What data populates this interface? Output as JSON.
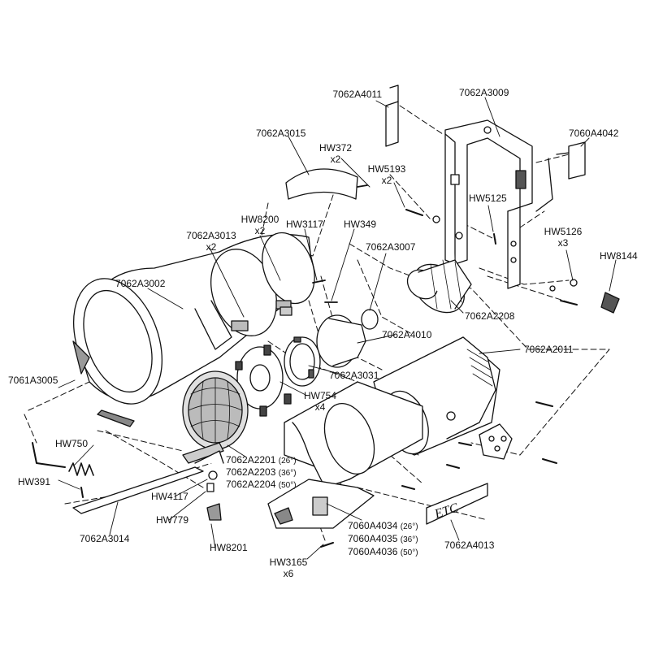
{
  "parts": {
    "p7062A4011": "7062A4011",
    "p7062A3009": "7062A3009",
    "p7060A4042": "7060A4042",
    "p7062A3015": "7062A3015",
    "hw372": "HW372",
    "hw372_qty": "x2",
    "hw5193": "HW5193",
    "hw5193_qty": "x2",
    "hw5125": "HW5125",
    "hw8200": "HW8200",
    "hw8200_qty": "x2",
    "hw3117": "HW3117",
    "hw349": "HW349",
    "p7062A3013": "7062A3013",
    "p7062A3013_qty": "x2",
    "p7062A3007": "7062A3007",
    "hw5126": "HW5126",
    "hw5126_qty": "x3",
    "hw8144": "HW8144",
    "p7062A3002": "7062A3002",
    "p7062A2208": "7062A2208",
    "p7062A4010": "7062A4010",
    "p7062A2011": "7062A2011",
    "p7061A3005": "7061A3005",
    "p7062A3031": "7062A3031",
    "hw754": "HW754",
    "hw754_qty": "x4",
    "hw750": "HW750",
    "p7062A2201": "7062A2201",
    "p7062A2201_deg": "(26°)",
    "p7062A2203": "7062A2203",
    "p7062A2203_deg": "(36°)",
    "p7062A2204": "7062A2204",
    "p7062A2204_deg": "(50°)",
    "hw391": "HW391",
    "hw4117": "HW4117",
    "hw779": "HW779",
    "p7062A3014": "7062A3014",
    "hw8201": "HW8201",
    "p7060A4034": "7060A4034",
    "p7060A4034_deg": "(26°)",
    "p7060A4035": "7060A4035",
    "p7060A4035_deg": "(36°)",
    "p7060A4036": "7060A4036",
    "p7060A4036_deg": "(50°)",
    "p7062A4013": "7062A4013",
    "hw3165": "HW3165",
    "hw3165_qty": "x6"
  },
  "logo_text": "ETC"
}
